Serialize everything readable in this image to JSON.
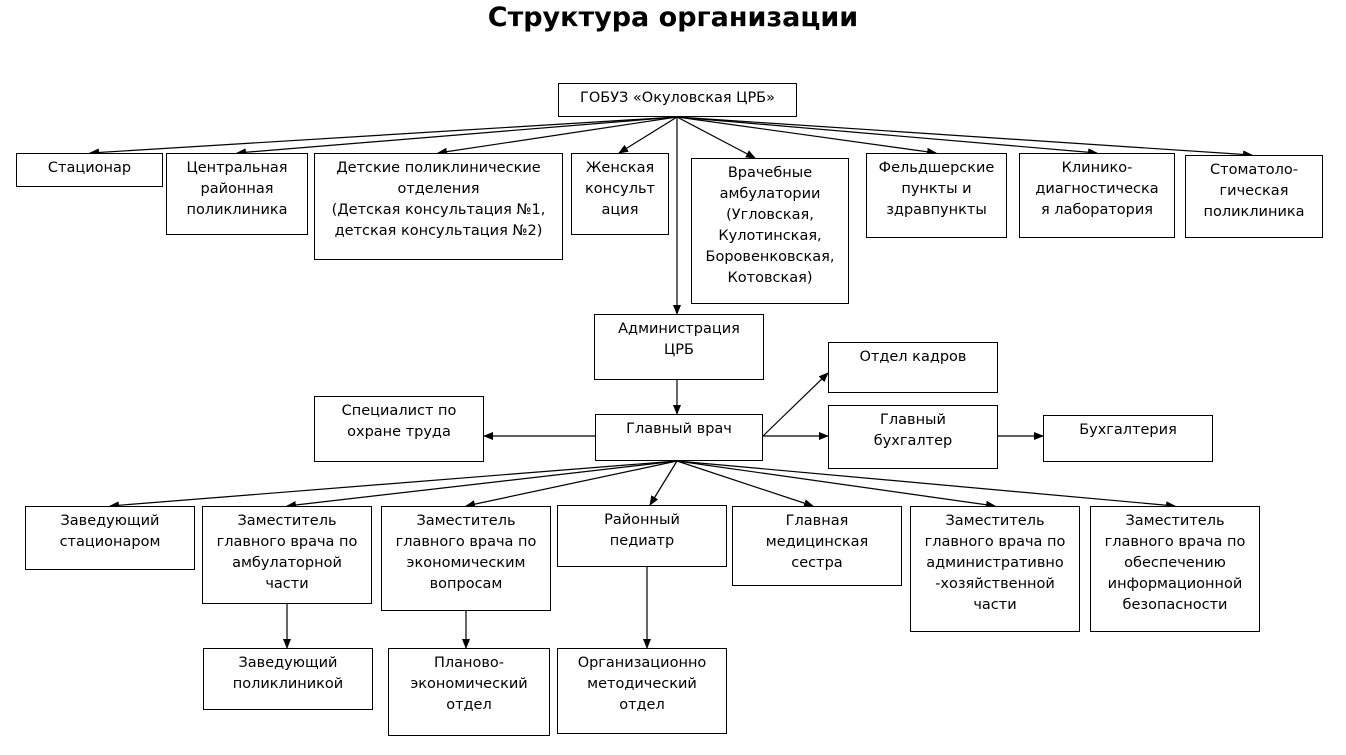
{
  "title": "Структура организации",
  "nodes": {
    "root": "ГОБУЗ «Окуловская ЦРБ»",
    "stacionar": "Стационар",
    "central_poly": "Центральная\nрайонная\nполиклиника",
    "child_poly": "Детские поликлинические\nотделения\n(Детская консультация №1,\nдетская консультация №2)",
    "women": "Женская\nконсульт\nация",
    "ambulatories": "Врачебные\nамбулатории\n(Угловская,\nКулотинская,\nБоровенковская,\nКотовская)",
    "feldsher": "Фельдшерские\nпункты и\nздравпункты",
    "lab": "Клинико-\nдиагностическа\nя лаборатория",
    "dental": "Стоматоло-\nгическая\nполиклиника",
    "admin": "Администрация\nЦРБ",
    "chief": "Главный врач",
    "hr": "Отдел кадров",
    "chief_accountant": "Главный\nбухгалтер",
    "accounting": "Бухгалтерия",
    "safety": "Специалист по\nохране труда",
    "head_stacionar": "Заведующий\nстационаром",
    "deputy_amb": "Заместитель\nглавного врача по\nамбулаторной\nчасти",
    "deputy_econ": "Заместитель\nглавного врача по\nэкономическим\nвопросам",
    "pediatrician": "Районный\nпедиатр",
    "head_nurse": "Главная\nмедицинская\nсестра",
    "deputy_admin": "Заместитель\nглавного врача по\nадминистративно\n-хозяйственной\nчасти",
    "deputy_infosec": "Заместитель\nглавного врача по\nобеспечению\nинформационной\nбезопасности",
    "head_poly": "Заведующий\nполиклиникой",
    "plan_econ": "Планово-\nэкономический\nотдел",
    "org_method": "Организационно\nметодический\nотдел"
  }
}
